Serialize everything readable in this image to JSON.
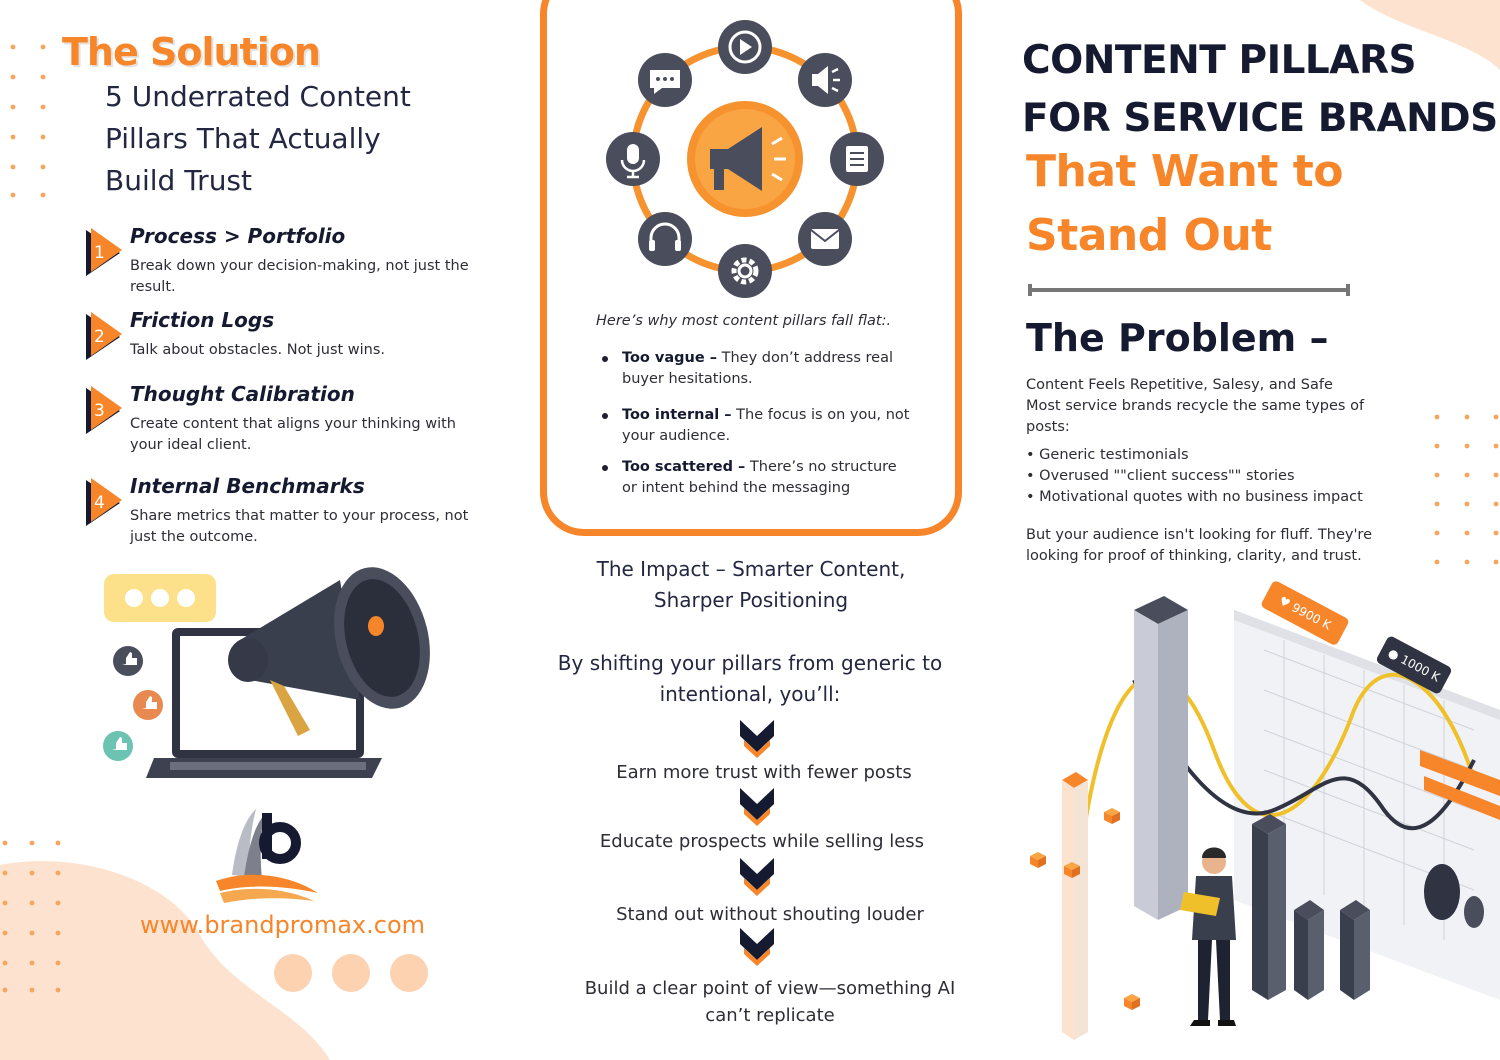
{
  "left": {
    "title": "The Solution",
    "subtitle": "5 Underrated Content Pillars That Actually Build Trust",
    "pillars": [
      {
        "num": "1",
        "title": "Process > Portfolio",
        "desc": "Break down your decision-making, not just the result."
      },
      {
        "num": "2",
        "title": "Friction Logs",
        "desc": "Talk about obstacles. Not just wins."
      },
      {
        "num": "3",
        "title": "Thought Calibration",
        "desc": "Create content that aligns your thinking with your ideal client."
      },
      {
        "num": "4",
        "title": "Internal Benchmarks",
        "desc": "Share metrics that matter to your process, not just the outcome."
      }
    ],
    "website": "www.brandpromax.com"
  },
  "middle": {
    "why": "Here’s why most content pillars fall flat:.",
    "reasons": [
      {
        "bold": "Too vague –",
        "text": " They don’t address real buyer hesitations."
      },
      {
        "bold": "Too internal –",
        "text": " The focus is on you, not your audience."
      },
      {
        "bold": "Too scattered –",
        "text": " There’s no structure or intent behind the messaging"
      }
    ],
    "impact": "The Impact – Smarter Content, Sharper Positioning",
    "shift": "By shifting your pillars from generic to intentional, you’ll:",
    "steps": [
      "Earn more trust with fewer posts",
      "Educate prospects while selling less",
      "Stand out without shouting louder",
      "Build a clear point of view—something AI can’t replicate"
    ]
  },
  "right": {
    "title_line1": "CONTENT PILLARS",
    "title_line2": "FOR SERVICE BRANDS",
    "title_line3": "That Want to",
    "title_line4": "Stand Out",
    "problem_title": "The Problem –",
    "problem_lines": [
      " Content Feels Repetitive, Salesy, and Safe",
      "Most service brands recycle the same types of posts:"
    ],
    "problem_bullets": [
      "• Generic testimonials",
      "• Overused \"\"client success\"\" stories",
      "• Motivational quotes with no business impact"
    ],
    "problem_closing": "But your audience isn't looking for fluff. They're looking for proof of thinking, clarity, and trust.",
    "badges": {
      "likes": "9900 K",
      "followers": "1000 K"
    }
  },
  "colors": {
    "accent": "#f7862a",
    "navy": "#161a30",
    "slate": "#4a4e5c",
    "peach": "#fde3cf"
  }
}
